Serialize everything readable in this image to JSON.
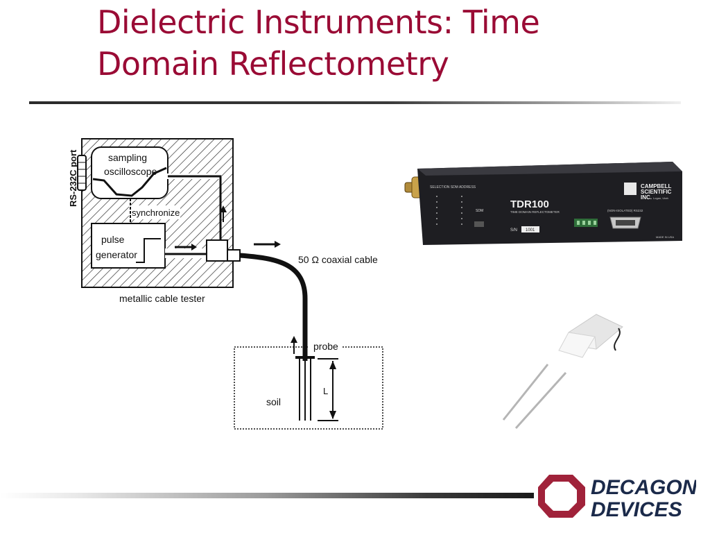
{
  "slide": {
    "title": "Dielectric Instruments: Time Domain Reflectometry"
  },
  "diagram": {
    "port_label": "RS-232C port",
    "oscilloscope_label_line1": "sampling",
    "oscilloscope_label_line2": "oscilloscope",
    "synchronize_label": "synchronize",
    "pulse_label_line1": "pulse",
    "pulse_label_line2": "generator",
    "cable_label": "50 Ω coaxial cable",
    "tester_label": "metallic cable tester",
    "probe_label": "probe",
    "soil_label": "soil",
    "length_label": "L"
  },
  "instrument": {
    "model": "TDR100",
    "subtitle": "TIME DOMAIN REFLECTOMETER",
    "brand_line1": "CAMPBELL",
    "brand_line2": "SCIENTIFIC",
    "brand_line3": "INC.",
    "brand_location": "Logan, Utah",
    "selection_label": "SELECTION SDM ADDRESS",
    "sdm_label": "SDM",
    "sn_label": "S/N",
    "sn_value": "1001",
    "rs232_label": "(NON-ISOLATED) RS232",
    "made_in": "MADE IN USA"
  },
  "logo": {
    "line1": "DECAGON",
    "line2": "DEVICES",
    "color": "#a0223a"
  }
}
